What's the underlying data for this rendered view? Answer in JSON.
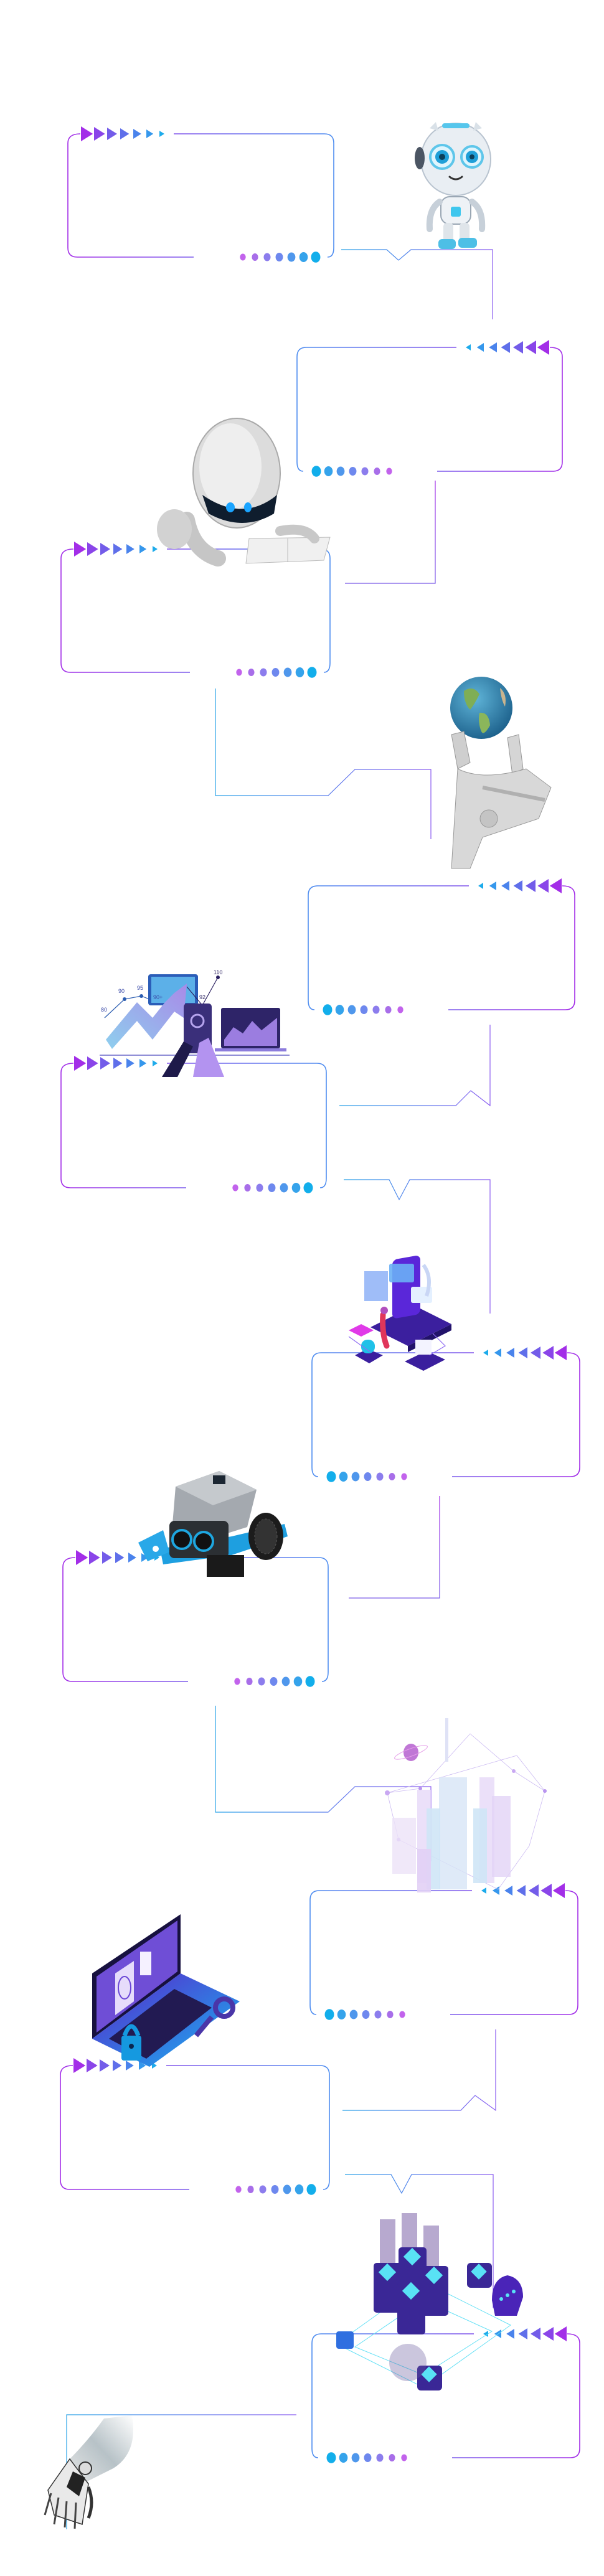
{
  "page": {
    "title": "",
    "background": "#ffffff"
  },
  "palette": {
    "purple": "#a32ee8",
    "violet": "#7a5ae8",
    "blue": "#4f8ef0",
    "cyan": "#12aeeb",
    "dot_colors": [
      "#c263ec",
      "#a86ee9",
      "#8c7ded",
      "#6e88ee",
      "#4f97ec",
      "#35a3eb",
      "#12aeeb"
    ],
    "arrow_colors": [
      "#a32ee8",
      "#8a45e9",
      "#735ce9",
      "#5f6fea",
      "#4a83ec",
      "#3597ec",
      "#1dabeb"
    ]
  },
  "boxes": [
    {
      "id": 1,
      "side": "left",
      "text": ""
    },
    {
      "id": 2,
      "side": "right",
      "text": ""
    },
    {
      "id": 3,
      "side": "left",
      "text": ""
    },
    {
      "id": 4,
      "side": "right",
      "text": ""
    },
    {
      "id": 5,
      "side": "left",
      "text": ""
    },
    {
      "id": 6,
      "side": "right",
      "text": ""
    },
    {
      "id": 7,
      "side": "left",
      "text": ""
    },
    {
      "id": 8,
      "side": "right",
      "text": ""
    },
    {
      "id": 9,
      "side": "left",
      "text": ""
    },
    {
      "id": 10,
      "side": "right",
      "text": ""
    }
  ],
  "illustrations": [
    {
      "name": "cartoon-robot",
      "label": "Cartoon robot standing"
    },
    {
      "name": "reading-robot",
      "label": "Robot reading a book"
    },
    {
      "name": "robot-hand-globe",
      "label": "Robotic hand holding Earth globe"
    },
    {
      "name": "analytics-devices",
      "label": "Analytics devices with growth chart"
    },
    {
      "name": "isometric-app",
      "label": "Isometric mobile app development"
    },
    {
      "name": "robot-car",
      "label": "Educational robot car kit"
    },
    {
      "name": "wireframe-city",
      "label": "Wireframe smart city"
    },
    {
      "name": "security-laptop",
      "label": "Laptop with fingerprint, lock and key"
    },
    {
      "name": "server-cloud",
      "label": "Isometric servers and cloud"
    },
    {
      "name": "robot-arm",
      "label": "Robotic arm reaching down"
    }
  ],
  "analytics_labels": {
    "p1": "80",
    "p2": "90",
    "p3": "95",
    "tablet": "90+",
    "p4": "92",
    "p5": "110"
  }
}
